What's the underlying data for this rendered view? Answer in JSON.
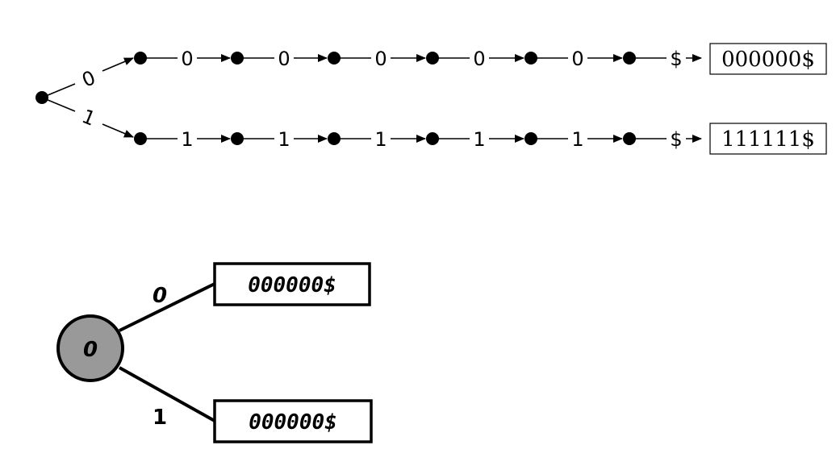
{
  "trie": {
    "root_branches": [
      {
        "edge_label": "0",
        "chain_labels": [
          "0",
          "0",
          "0",
          "0",
          "0",
          "$"
        ],
        "leaf_label": "000000$"
      },
      {
        "edge_label": "1",
        "chain_labels": [
          "1",
          "1",
          "1",
          "1",
          "1",
          "$"
        ],
        "leaf_label": "111111$"
      }
    ]
  },
  "compressed_tree": {
    "root_label": "0",
    "branches": [
      {
        "edge_label": "0",
        "leaf_label": "000000$"
      },
      {
        "edge_label": "1",
        "leaf_label": "000000$"
      }
    ]
  }
}
